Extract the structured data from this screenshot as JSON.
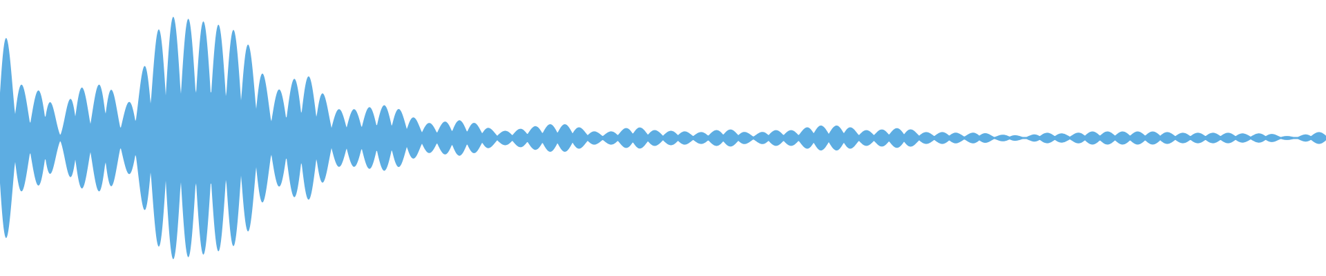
{
  "waveform": {
    "color": "#5DADE2",
    "background": "#FFFFFF",
    "envelope": [
      0.98,
      0.5,
      0.3,
      0.42,
      0.06,
      0.46,
      0.3,
      0.5,
      0.2,
      0.34,
      0.72,
      0.93,
      0.92,
      0.9,
      0.88,
      0.85,
      0.8,
      0.62,
      0.34,
      0.4,
      0.5,
      0.44,
      0.22,
      0.22,
      0.22,
      0.25,
      0.25,
      0.19,
      0.12,
      0.11,
      0.14,
      0.13,
      0.1,
      0.05,
      0.06,
      0.08,
      0.1,
      0.11,
      0.1,
      0.06,
      0.04,
      0.06,
      0.09,
      0.07,
      0.05,
      0.06,
      0.04,
      0.05,
      0.07,
      0.06,
      0.03,
      0.06,
      0.06,
      0.06,
      0.1,
      0.09,
      0.1,
      0.06,
      0.06,
      0.07,
      0.08,
      0.05,
      0.04,
      0.05,
      0.03,
      0.05,
      0.02,
      0.03,
      0.01,
      0.04,
      0.04,
      0.03,
      0.05,
      0.05,
      0.05,
      0.05,
      0.05,
      0.05,
      0.04,
      0.04,
      0.04,
      0.04,
      0.04,
      0.03,
      0.04,
      0.02,
      0.01,
      0.04,
      0.05
    ]
  }
}
